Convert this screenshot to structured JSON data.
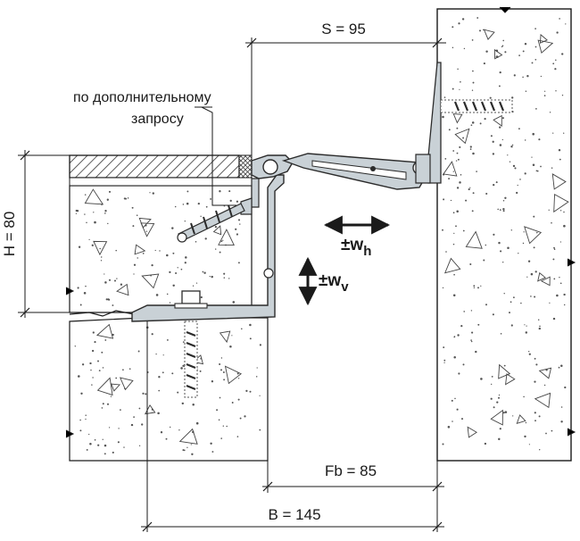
{
  "labels": {
    "s_dim": "S = 95",
    "h_dim": "H = 80",
    "fb_dim": "Fb = 85",
    "b_dim": "B = 145",
    "note_line1": "по дополнительному",
    "note_line2": "запросу",
    "wh_main": "±w",
    "wh_sub": "h",
    "wv_main": "±w",
    "wv_sub": "v"
  },
  "colors": {
    "profile": "#c9d1d6",
    "profile_stroke": "#2b2b2b",
    "concrete": "#ffffff",
    "line": "#1a1a1a"
  }
}
